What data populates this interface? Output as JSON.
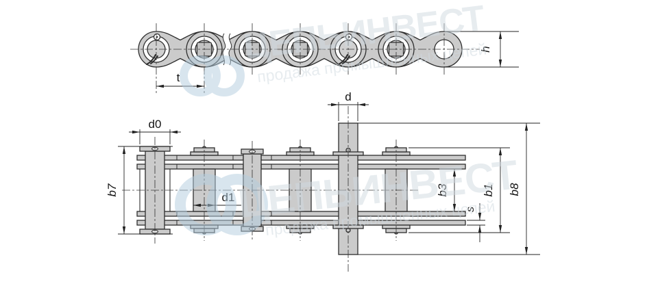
{
  "watermark": {
    "brand": "ЦЕПЬИНВЕСТ",
    "tagline": "продажа промышленных цепей"
  },
  "dimensions": {
    "t": "t",
    "h": "h",
    "d0": "d0",
    "d": "d",
    "d1": "d1",
    "b7": "b7",
    "b3": "b3",
    "b1": "b1",
    "b8": "b8",
    "s": "s"
  },
  "colors": {
    "line": "#2e2e2e",
    "metal": "#cbcbcb",
    "metal_dark": "#c3c3c3",
    "inner_gray": "#d0d0d0",
    "watermark_text": "#d0dae1",
    "watermark_logo": "#b3cddf",
    "background": "#ffffff"
  }
}
